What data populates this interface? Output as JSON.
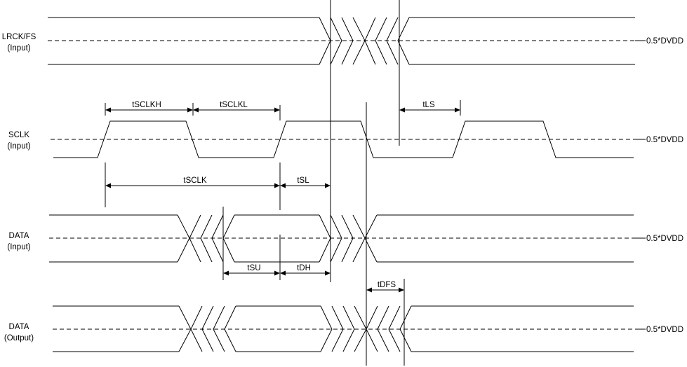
{
  "signals": [
    {
      "name_line1": "LRCK/FS",
      "name_line2": "(Input)",
      "threshold": "0.5*DVDD"
    },
    {
      "name_line1": "SCLK",
      "name_line2": "(Input)",
      "threshold": "0.5*DVDD"
    },
    {
      "name_line1": "DATA",
      "name_line2": "(Input)",
      "threshold": "0.5*DVDD"
    },
    {
      "name_line1": "DATA",
      "name_line2": "(Output)",
      "threshold": "0.5*DVDD"
    }
  ],
  "timing": {
    "tsclkh": "tSCLKH",
    "tsclkl": "tSCLKL",
    "tsclk": "tSCLK",
    "tsl": "tSL",
    "tls": "tLS",
    "tsu": "tSU",
    "tdh": "tDH",
    "tdfs": "tDFS"
  },
  "colors": {
    "line": "#000000",
    "background": "#ffffff"
  }
}
